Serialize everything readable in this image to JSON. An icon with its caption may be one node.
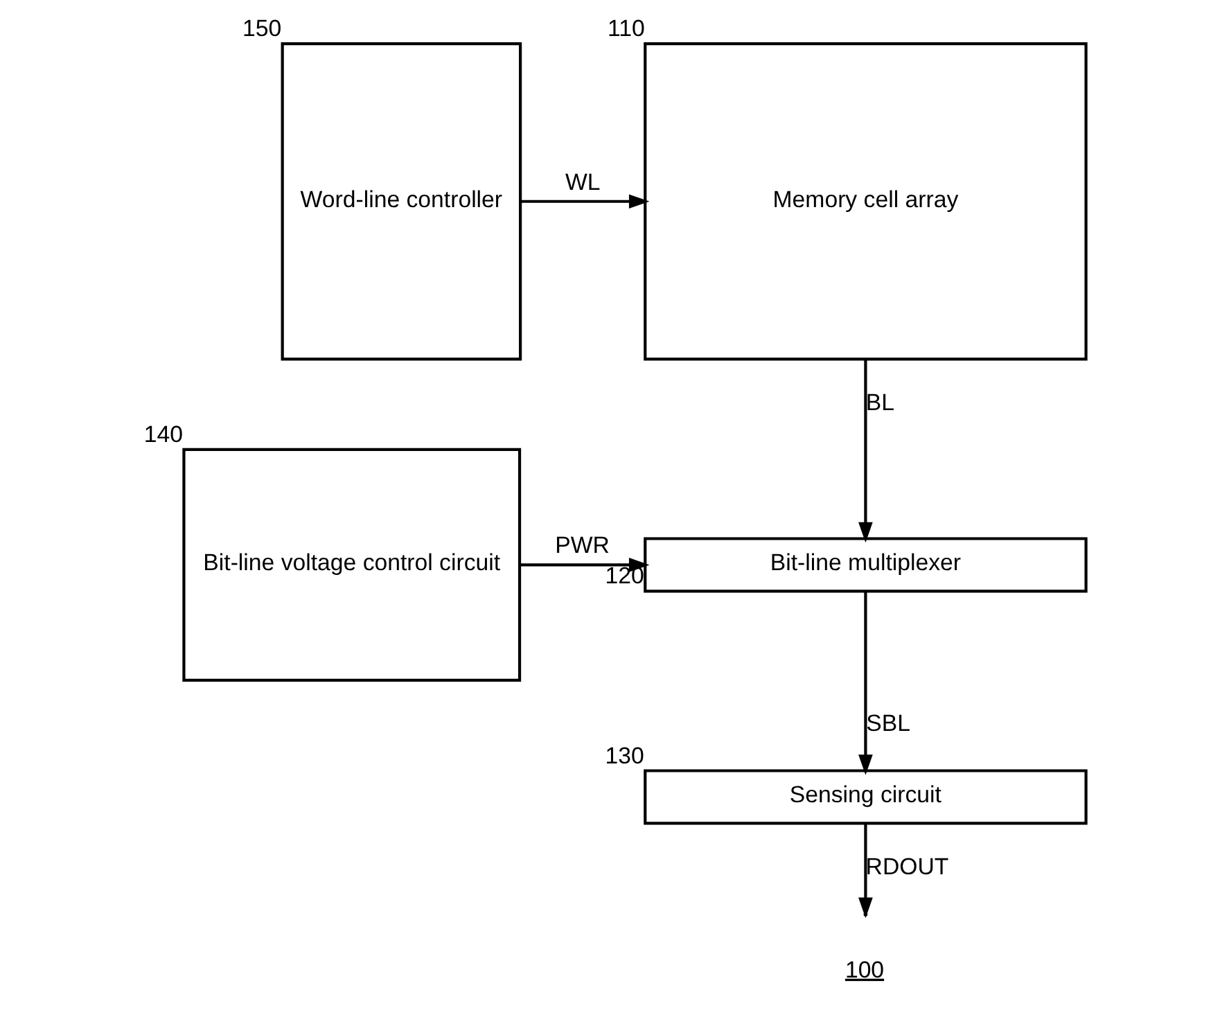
{
  "diagram": {
    "nodes": [
      {
        "text": [
          "Word-line controller"
        ],
        "beside": [
          "150"
        ]
      },
      {
        "text": [
          "Memory cell array"
        ],
        "beside": [
          "110"
        ]
      },
      {
        "text": [
          "Bit-line multiplexer"
        ],
        "beside": [
          "120"
        ]
      },
      {
        "text": [
          "Sensing circuit"
        ],
        "beside": [
          "130"
        ]
      },
      {
        "text": [
          "Bit-line voltage control circuit"
        ],
        "beside": [
          "140"
        ]
      }
    ],
    "edges": [
      {
        "from": 0,
        "to": 1,
        "arrow": "to",
        "label": "WL"
      },
      {
        "from": 1,
        "to": 2,
        "arrow": "to",
        "label": "BL"
      },
      {
        "from": 4,
        "to": 2,
        "arrow": "to",
        "label": "PWR"
      },
      {
        "from": 2,
        "to": 3,
        "arrow": "to",
        "label": "SBL"
      },
      {
        "from": 3,
        "to": null,
        "arrow": "to",
        "label": "RDOUT"
      }
    ],
    "labels": [
      "100"
    ]
  }
}
